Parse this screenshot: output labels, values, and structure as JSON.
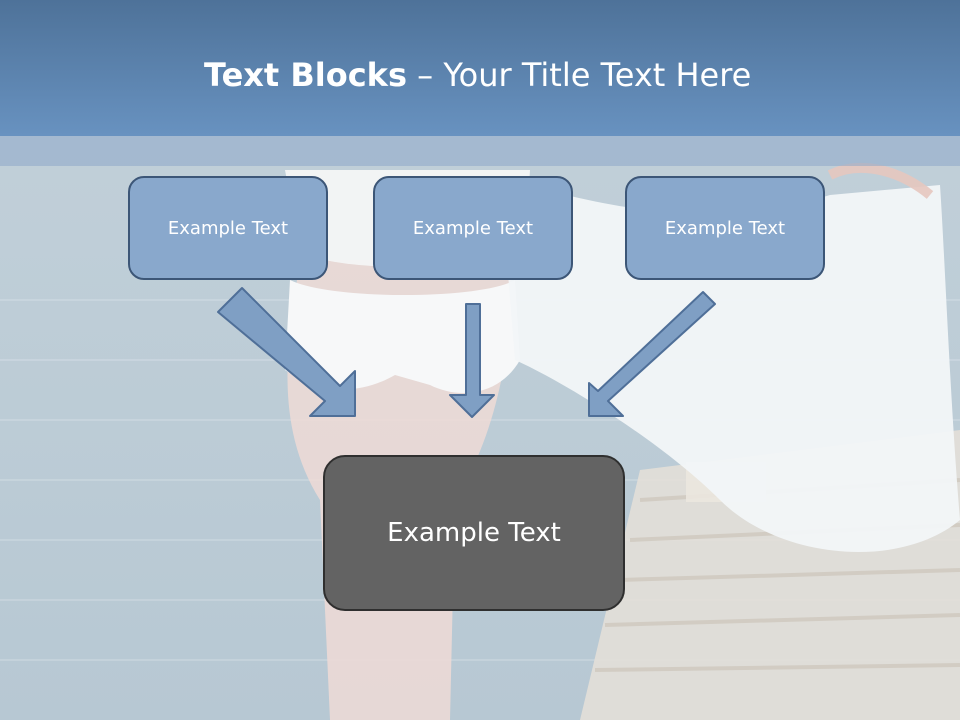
{
  "title": {
    "bold": "Text Blocks",
    "dash": "–",
    "rest": "Your Title Text Here"
  },
  "blocks": [
    {
      "label": "Example Text"
    },
    {
      "label": "Example Text"
    },
    {
      "label": "Example Text"
    }
  ],
  "target": {
    "label": "Example Text"
  },
  "colors": {
    "title_bar": "#5a80ad",
    "block_fill": "#89a8cc",
    "block_border": "#3c5677",
    "target_fill": "#636363",
    "arrow_fill": "#7f9fc4"
  }
}
